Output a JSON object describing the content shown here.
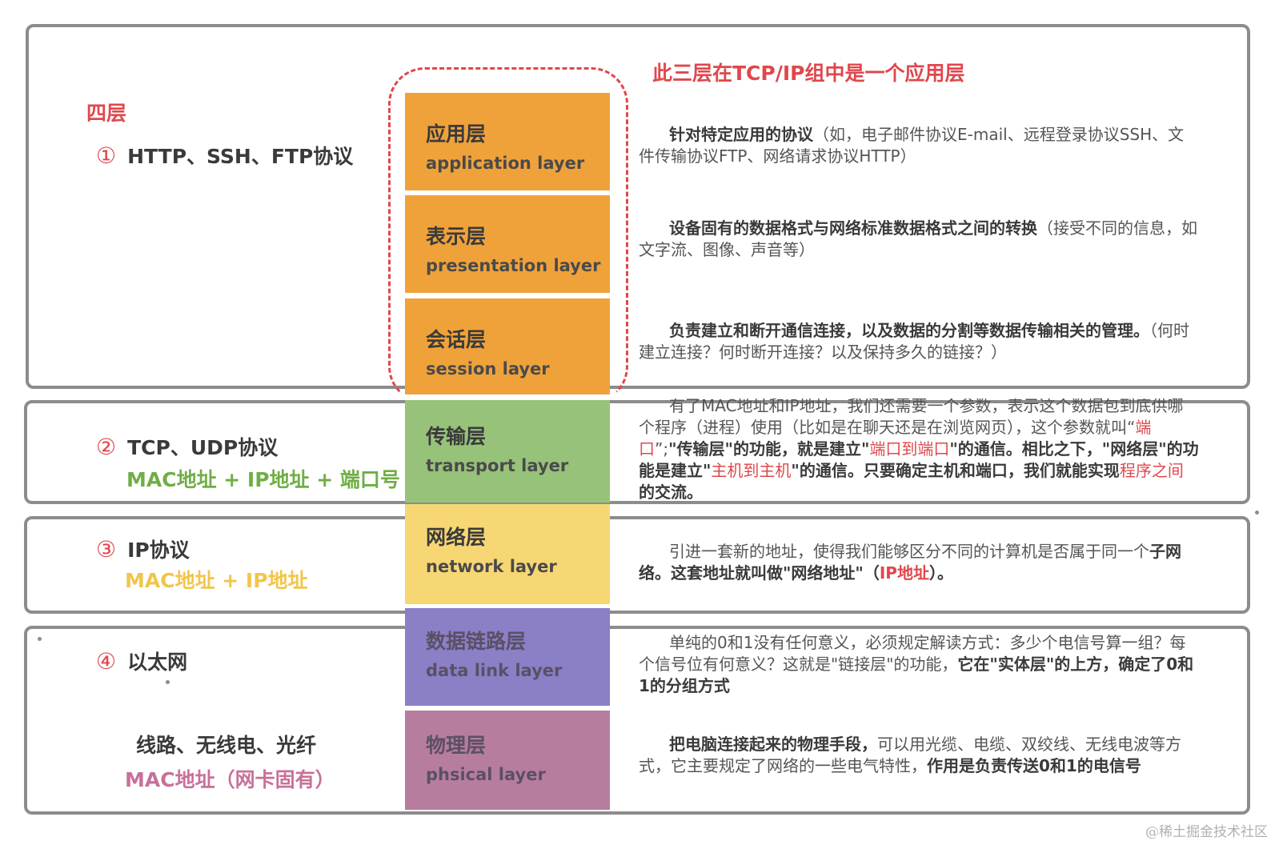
{
  "header": {
    "app_layer_note": "此三层在TCP/IP组中是一个应用层",
    "four_layers": "四层"
  },
  "groups": [
    {
      "num": "①",
      "protocol": "HTTP、SSH、FTP协议",
      "address": ""
    },
    {
      "num": "②",
      "protocol": "TCP、UDP协议",
      "address": "MAC地址 + IP地址 + 端口号"
    },
    {
      "num": "③",
      "protocol": "IP协议",
      "address": "MAC地址 + IP地址"
    },
    {
      "num": "④",
      "protocol": "以太网",
      "media": "线路、无线电、光纤",
      "address": "MAC地址（网卡固有）"
    }
  ],
  "layers": [
    {
      "zh": "应用层",
      "en": "application layer",
      "color": "#f0a23a"
    },
    {
      "zh": "表示层",
      "en": "presentation layer",
      "color": "#f0a23a"
    },
    {
      "zh": "会话层",
      "en": "session layer",
      "color": "#f0a23a"
    },
    {
      "zh": "传输层",
      "en": "transport layer",
      "color": "#97c27a"
    },
    {
      "zh": "网络层",
      "en": "network layer",
      "color": "#f7d774"
    },
    {
      "zh": "数据链路层",
      "en": "data link layer",
      "color": "#8b7fc6"
    },
    {
      "zh": "物理层",
      "en": "phsical layer",
      "color": "#b77d9f"
    }
  ],
  "descriptions": {
    "app": {
      "b1": "针对特定应用的协议",
      "t1": "（如，电子邮件协议E-mail、远程登录协议SSH、文件传输协议FTP、网络请求协议HTTP）"
    },
    "pres": {
      "b1": "设备固有的数据格式与网络标准数据格式之间的转换",
      "t1": "（接受不同的信息，如文字流、图像、声音等）"
    },
    "sess": {
      "b1": "负责建立和断开通信连接，以及数据的分割等数据传输相关的管理。",
      "t1": "（何时建立连接？何时断开连接？以及保持多久的链接？）"
    },
    "trans": {
      "t1": "有了MAC地址和IP地址，我们还需要一个参数，表示这个数据包到底供哪个程序（进程）使用（比如是在聊天还是在浏览网页），这个参数就叫“",
      "r1": "端口",
      "t2": "”;",
      "b1": "\"传输层\"的功能，就是建立\"",
      "r2": "端口到端口",
      "b2": "\"的通信。相比之下，\"网络层\"的功能是建立\"",
      "r3": "主机到主机",
      "b3": "\"的通信。只要确定主机和端口，我们就能实现",
      "r4": "程序之间",
      "b4": "的交流。"
    },
    "net": {
      "t1": "引进一套新的地址，使得我们能够区分不同的计算机是否属于同一个",
      "b1": "子网络。这套地址就叫做\"网络地址\"（",
      "r1": "IP地址",
      "b2": "）。"
    },
    "link": {
      "t1": "单纯的0和1没有任何意义，必须规定解读方式：多少个电信号算一组？每个信号位有何意义？这就是\"链接层\"的功能，",
      "b1": "它在\"实体层\"的上方，确定了0和1的分组方式"
    },
    "phys": {
      "b1": "把电脑连接起来的物理手段，",
      "t1": "可以用光缆、电缆、双绞线、无线电波等方式，它主要规定了网络的一些电气特性，",
      "b2": "作用是负责传送0和1的电信号"
    }
  },
  "watermark": "@稀土掘金技术社区",
  "colors": {
    "accent_red": "#e0474c",
    "transport_green": "#6fae45",
    "network_yellow": "#f2c54a",
    "physical_pink": "#c8709a",
    "box_gray": "#8c8c8c"
  }
}
